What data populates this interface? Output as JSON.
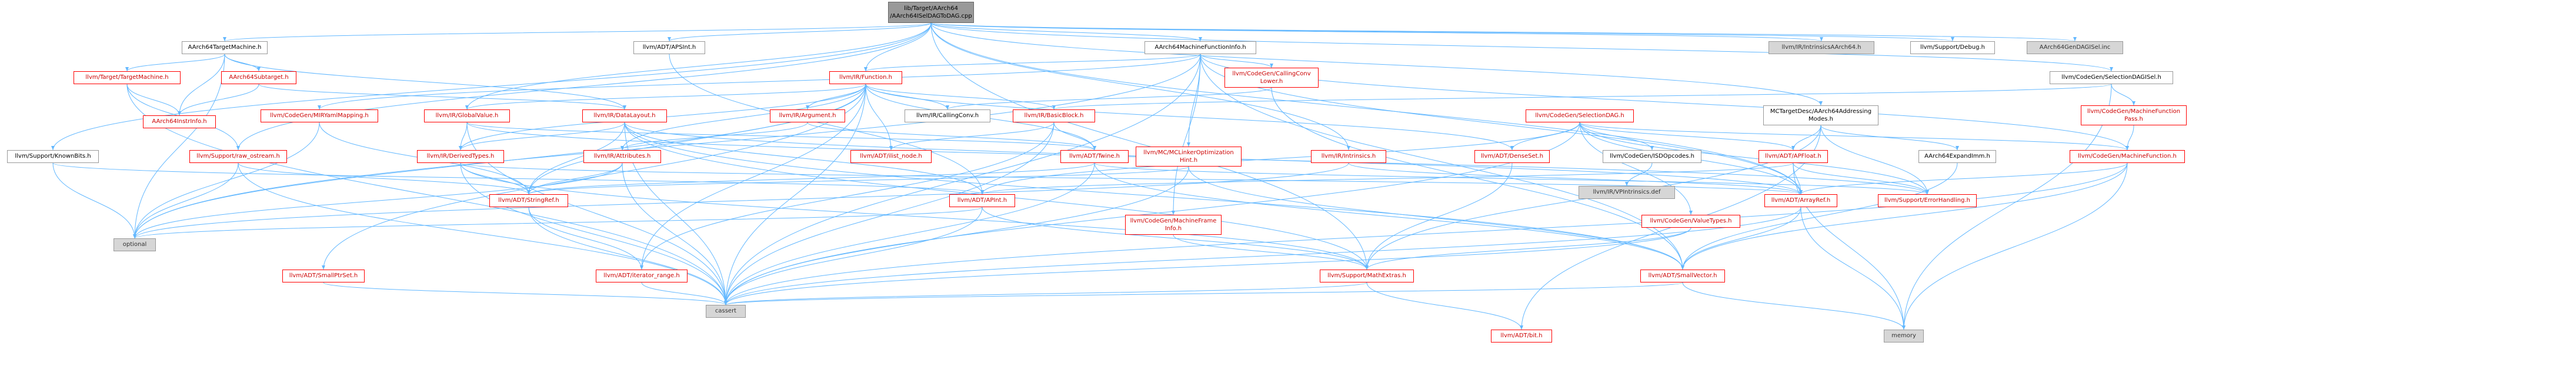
{
  "root": {
    "line1": "lib/Target/AArch64",
    "line2": "/AArch64ISelDAGToDAG.cpp"
  },
  "colors": {
    "edge": "#63b8ff",
    "red_border": "#ff0000",
    "gray_fill": "#d6d6d6",
    "root_fill": "#999999"
  },
  "nodes": [
    {
      "id": "aarch64targetmachine",
      "label": "AArch64TargetMachine.h",
      "kind": "plain"
    },
    {
      "id": "adt-apsint",
      "label": "llvm/ADT/APSInt.h",
      "kind": "plain"
    },
    {
      "id": "aarch64mfi",
      "label": "AArch64MachineFunctionInfo.h",
      "kind": "plain"
    },
    {
      "id": "ir-intrinsicsaarch64",
      "label": "llvm/IR/IntrinsicsAArch64.h",
      "kind": "gray"
    },
    {
      "id": "support-debug",
      "label": "llvm/Support/Debug.h",
      "kind": "plain"
    },
    {
      "id": "aarch64gendagisel",
      "label": "AArch64GenDAGISel.inc",
      "kind": "gray"
    },
    {
      "id": "llvm-target-targetmachine",
      "label": "llvm/Target/TargetMachine.h",
      "kind": "red"
    },
    {
      "id": "aarch64subtarget",
      "label": "AArch64Subtarget.h",
      "kind": "red"
    },
    {
      "id": "aarch64instrinfo",
      "label": "AArch64InstrInfo.h",
      "kind": "red"
    },
    {
      "id": "ir-function",
      "label": "llvm/IR/Function.h",
      "kind": "red"
    },
    {
      "id": "codegen-callingconvlower",
      "label1": "llvm/CodeGen/CallingConv",
      "label2": "Lower.h",
      "kind": "red2"
    },
    {
      "id": "codegen-selectiondagisel",
      "label": "llvm/CodeGen/SelectionDAGISel.h",
      "kind": "plain"
    },
    {
      "id": "codegen-machinefunctionpass",
      "label1": "llvm/CodeGen/MachineFunction",
      "label2": "Pass.h",
      "kind": "red2"
    },
    {
      "id": "codegen-mirymlmapping",
      "label": "llvm/CodeGen/MIRYamlMapping.h",
      "kind": "red"
    },
    {
      "id": "ir-globalvalue",
      "label": "llvm/IR/GlobalValue.h",
      "kind": "red"
    },
    {
      "id": "ir-datalayout",
      "label": "llvm/IR/DataLayout.h",
      "kind": "red"
    },
    {
      "id": "ir-argument",
      "label": "llvm/IR/Argument.h",
      "kind": "red"
    },
    {
      "id": "ir-callingconv",
      "label": "llvm/IR/CallingConv.h",
      "kind": "plain"
    },
    {
      "id": "ir-basicblock",
      "label": "llvm/IR/BasicBlock.h",
      "kind": "red"
    },
    {
      "id": "codegen-selectiondag",
      "label": "llvm/CodeGen/SelectionDAG.h",
      "kind": "red"
    },
    {
      "id": "mctargetdesc-aarch64addressing",
      "label1": "MCTargetDesc/AArch64Addressing",
      "label2": "Modes.h",
      "kind": "plain2"
    },
    {
      "id": "support-knownbits",
      "label": "llvm/Support/KnownBits.h",
      "kind": "plain"
    },
    {
      "id": "support-raw-ostream",
      "label": "llvm/Support/raw_ostream.h",
      "kind": "red"
    },
    {
      "id": "ir-derivedtypes",
      "label": "llvm/IR/DerivedTypes.h",
      "kind": "red"
    },
    {
      "id": "ir-attributes",
      "label": "llvm/IR/Attributes.h",
      "kind": "red"
    },
    {
      "id": "adt-ilist-node",
      "label": "llvm/ADT/ilist_node.h",
      "kind": "red"
    },
    {
      "id": "mc-mclinkeroptimizationhint",
      "label1": "llvm/MC/MCLinkerOptimization",
      "label2": "Hint.h",
      "kind": "red2"
    },
    {
      "id": "ir-intrinsics",
      "label": "llvm/IR/Intrinsics.h",
      "kind": "red"
    },
    {
      "id": "adt-twine",
      "label": "llvm/ADT/Twine.h",
      "kind": "red"
    },
    {
      "id": "adt-denseset",
      "label": "llvm/ADT/DenseSet.h",
      "kind": "red"
    },
    {
      "id": "codegen-isdopcodes",
      "label": "llvm/CodeGen/ISDOpcodes.h",
      "kind": "plain"
    },
    {
      "id": "adt-apfloat",
      "label": "llvm/ADT/APFloat.h",
      "kind": "red"
    },
    {
      "id": "aarch64expandimm",
      "label": "AArch64ExpandImm.h",
      "kind": "plain"
    },
    {
      "id": "codegen-machinefunction",
      "label": "llvm/CodeGen/MachineFunction.h",
      "kind": "red"
    },
    {
      "id": "adt-stringref",
      "label": "llvm/ADT/StringRef.h",
      "kind": "red"
    },
    {
      "id": "adt-apint",
      "label": "llvm/ADT/APInt.h",
      "kind": "red"
    },
    {
      "id": "ir-vpintrinsics-def",
      "label": "llvm/IR/VPIntrinsics.def",
      "kind": "gray"
    },
    {
      "id": "support-errorhandling",
      "label": "llvm/Support/ErrorHandling.h",
      "kind": "red"
    },
    {
      "id": "adt-arrayref",
      "label": "llvm/ADT/ArrayRef.h",
      "kind": "red"
    },
    {
      "id": "codegen-machineframeinfo",
      "label1": "llvm/CodeGen/MachineFrame",
      "label2": "Info.h",
      "kind": "red2"
    },
    {
      "id": "codegen-valuetypes",
      "label": "llvm/CodeGen/ValueTypes.h",
      "kind": "red"
    },
    {
      "id": "optional",
      "label": "optional",
      "kind": "gray"
    },
    {
      "id": "adt-smallptrset",
      "label": "llvm/ADT/SmallPtrSet.h",
      "kind": "red"
    },
    {
      "id": "adt-iterator-range",
      "label": "llvm/ADT/iterator_range.h",
      "kind": "red"
    },
    {
      "id": "support-mathextras",
      "label": "llvm/Support/MathExtras.h",
      "kind": "red"
    },
    {
      "id": "adt-smallvector",
      "label": "llvm/ADT/SmallVector.h",
      "kind": "red"
    },
    {
      "id": "cassert",
      "label": "cassert",
      "kind": "gray"
    },
    {
      "id": "adt-bit",
      "label": "llvm/ADT/bit.h",
      "kind": "red"
    },
    {
      "id": "memory",
      "label": "memory",
      "kind": "gray"
    }
  ]
}
